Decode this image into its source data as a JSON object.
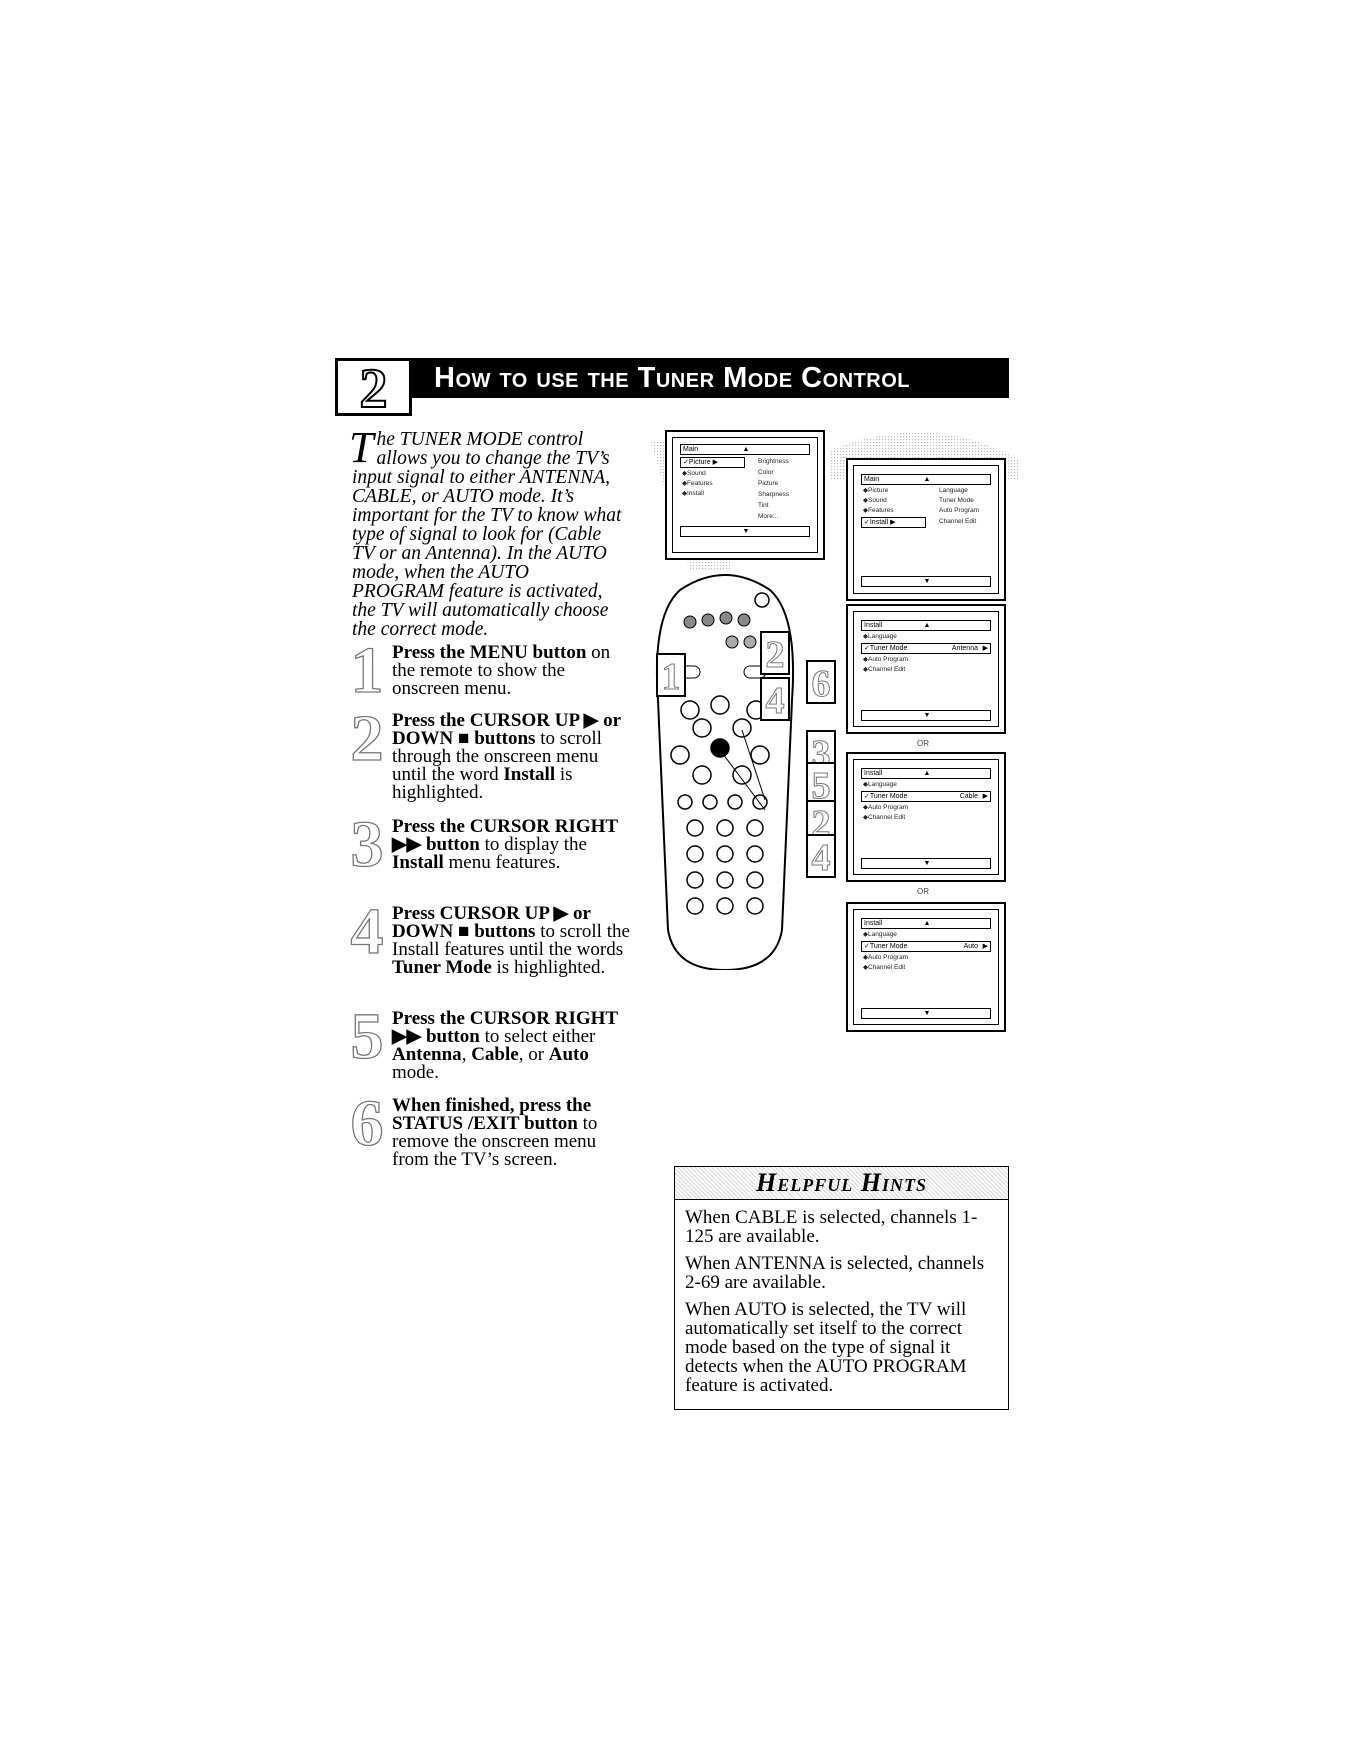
{
  "header": {
    "number": "2",
    "title": "How to use the Tuner Mode Control"
  },
  "intro": {
    "dropcap": "T",
    "text": "he TUNER MODE control allows you to change the TV’s input signal to either ANTENNA, CABLE, or AUTO mode. It’s important for the TV to know what type of signal to look for (Cable TV or an Antenna). In the AUTO mode, when the AUTO PROGRAM feature is activated, the TV will automatically choose the correct mode."
  },
  "steps": [
    {
      "num": "1",
      "bold": "Press the MENU button",
      "rest": " on the remote to show the onscreen menu."
    },
    {
      "num": "2",
      "bold": "Press the CURSOR UP ▶ or DOWN ■ buttons",
      "rest": " to scroll through the onscreen menu until the word ",
      "bold2": "Install",
      "rest2": " is highlighted."
    },
    {
      "num": "3",
      "bold": "Press the CURSOR RIGHT ▶▶ button",
      "rest": " to display the ",
      "bold2": "Install",
      "rest2": " menu features."
    },
    {
      "num": "4",
      "bold": "Press CURSOR UP ▶ or DOWN ■ buttons",
      "rest": " to scroll the Install features until the words ",
      "bold2": "Tuner Mode",
      "rest2": " is highlighted."
    },
    {
      "num": "5",
      "bold": "Press the CURSOR RIGHT ▶▶ button",
      "rest": " to select either ",
      "bold2": "Antenna",
      "rest2": ", ",
      "bold3": "Cable",
      "rest3": ", or ",
      "bold4": "Auto",
      "rest4": " mode."
    },
    {
      "num": "6",
      "bold": "When finished, press the STATUS /EXIT button",
      "rest": " to remove the onscreen menu from the TV’s screen."
    }
  ],
  "screens": {
    "main": {
      "bar": "Main",
      "items": [
        "✓Picture",
        "◆Sound",
        "◆Features",
        "◆Install"
      ],
      "sub": [
        "Brightness",
        "Color",
        "Picture",
        "Sharpness",
        "Tint",
        "More..."
      ]
    },
    "install_menu": {
      "bar": "Main",
      "items": [
        "◆Picture",
        "◆Sound",
        "◆Features",
        "✓Install"
      ],
      "sub": [
        "Language",
        "Tuner Mode",
        "Auto Program",
        "Channel Edit"
      ]
    },
    "tuner_antenna": {
      "bar": "Install",
      "items": [
        "◆Language",
        "✓Tuner Mode",
        "◆Auto Program",
        "◆Channel Edit"
      ],
      "value": "Antenna"
    },
    "tuner_cable": {
      "bar": "Install",
      "items": [
        "◆Language",
        "✓Tuner Mode",
        "◆Auto Program",
        "◆Channel Edit"
      ],
      "value": "Cable"
    },
    "tuner_auto": {
      "bar": "Install",
      "items": [
        "◆Language",
        "✓Tuner Mode",
        "◆Auto Program",
        "◆Channel Edit"
      ],
      "value": "Auto"
    },
    "or_label": "OR"
  },
  "remote_callouts": [
    "1",
    "2",
    "4",
    "6",
    "3",
    "5",
    "2",
    "4"
  ],
  "hints": {
    "title": "Helpful Hints",
    "items": [
      "When CABLE is selected, channels 1-125 are available.",
      "When ANTENNA is selected, channels 2-69 are available.",
      "When AUTO is selected, the TV will automatically set itself to the correct mode based on the type of signal it detects when the AUTO PROGRAM feature is activated."
    ]
  }
}
